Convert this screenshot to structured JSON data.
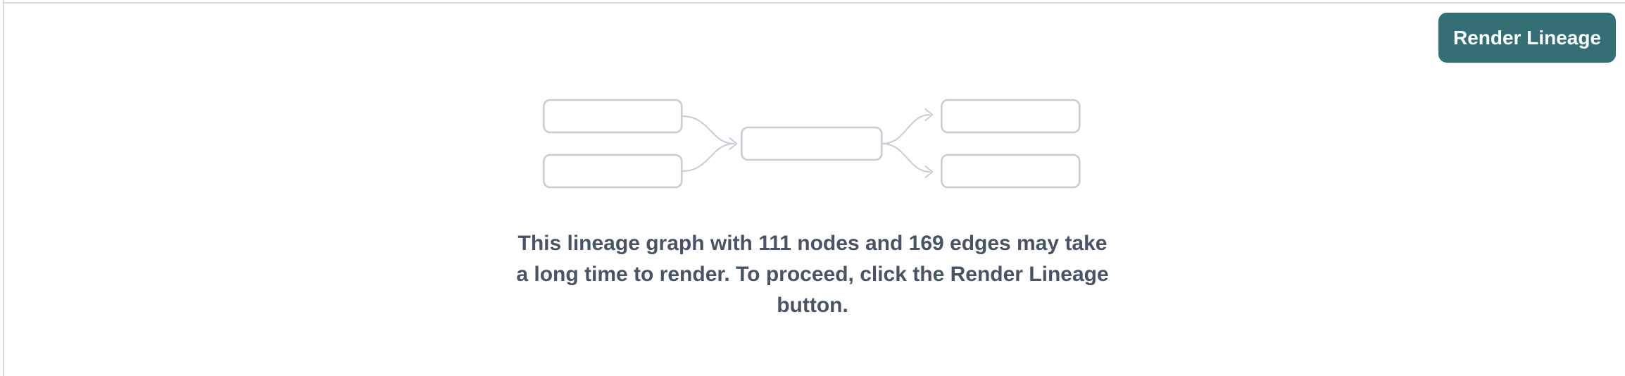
{
  "panel": {
    "name": "lineage-panel",
    "background": "#ffffff",
    "border_color": "#d9d9dc"
  },
  "toolbar": {
    "render_button_label": "Render Lineage",
    "render_button_bg": "#336f75",
    "render_button_text_color": "#ffffff"
  },
  "empty_state": {
    "illustration": "lineage-graph-placeholder",
    "illustration_node_count_shown": 5,
    "illustration_edge_count_shown": 4,
    "node_border_color": "#c7cbd3",
    "edge_color": "#c9ccd4",
    "node_count": 111,
    "edge_count": 169,
    "text_color": "#475467",
    "message_lines": {
      "0": "This lineage graph with 111 nodes and 169 edges may take",
      "1": "a long time to render. To proceed, click the Render Lineage",
      "2": "button."
    },
    "message": "This lineage graph with 111 nodes and 169 edges may take a long time to render. To proceed, click the Render Lineage button."
  }
}
